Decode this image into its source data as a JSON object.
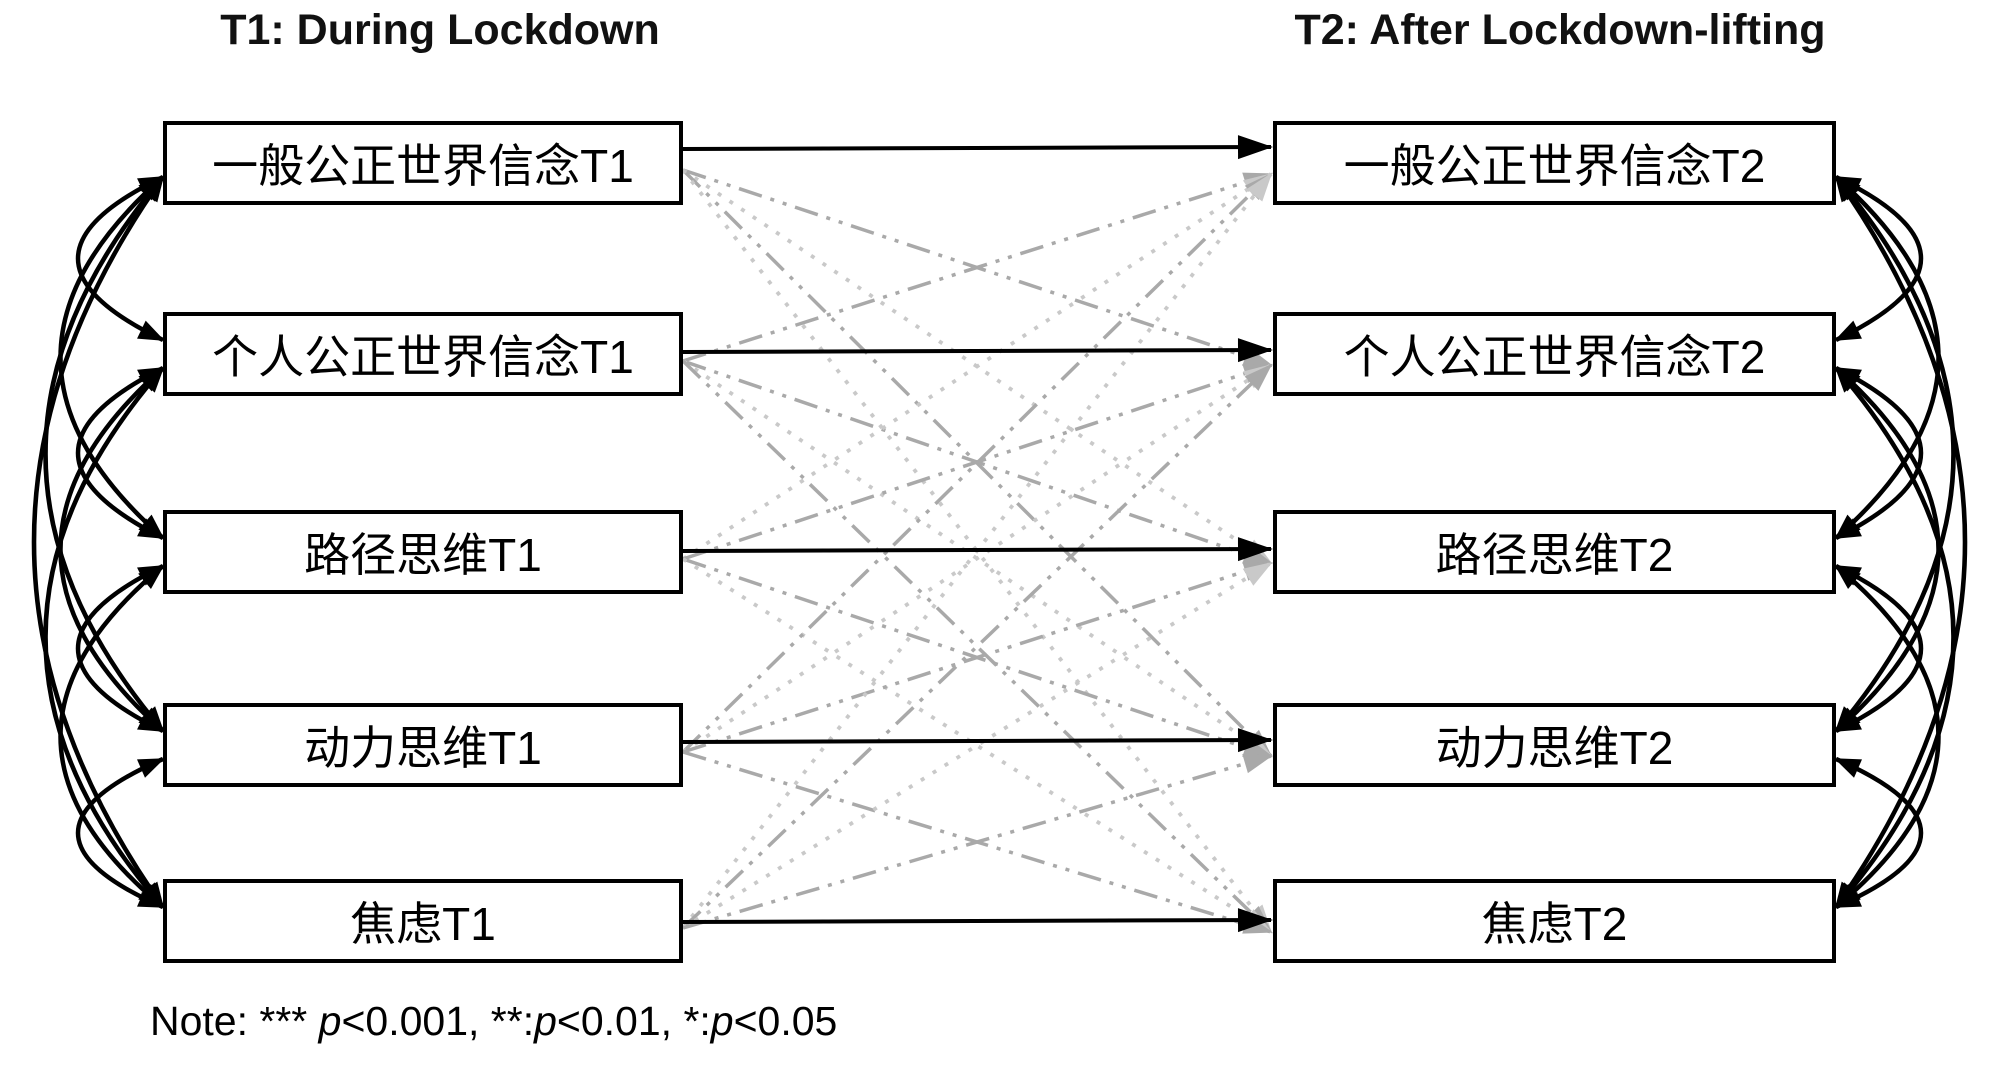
{
  "titles": {
    "t1": "T1: During Lockdown",
    "t2": "T2: After Lockdown-lifting"
  },
  "t1_boxes": [
    "一般公正世界信念T1",
    "个人公正世界信念T1",
    "路径思维T1",
    "动力思维T1",
    "焦虑T1"
  ],
  "t2_boxes": [
    "一般公正世界信念T2",
    "个人公正世界信念T2",
    "路径思维T2",
    "动力思维T2",
    "焦虑T2"
  ],
  "note": {
    "segments": [
      {
        "t": "Note: *** "
      },
      {
        "t": "p",
        "i": true
      },
      {
        "t": "<0.001, **:"
      },
      {
        "t": "p",
        "i": true
      },
      {
        "t": "<0.01, *:"
      },
      {
        "t": "p",
        "i": true
      },
      {
        "t": "<0.05"
      }
    ]
  },
  "colors": {
    "box_border": "#000000",
    "stability_path": "#000000",
    "correlation_arc": "#000000",
    "cross_lagged_dark": "#a9a9a9",
    "cross_lagged_light": "#c9c9c9"
  },
  "paths": {
    "stability": [
      [
        0,
        0
      ],
      [
        1,
        1
      ],
      [
        2,
        2
      ],
      [
        3,
        3
      ],
      [
        4,
        4
      ]
    ],
    "cross_lagged": [
      [
        0,
        1
      ],
      [
        0,
        2
      ],
      [
        0,
        3
      ],
      [
        0,
        4
      ],
      [
        1,
        0
      ],
      [
        1,
        2
      ],
      [
        1,
        3
      ],
      [
        1,
        4
      ],
      [
        2,
        0
      ],
      [
        2,
        1
      ],
      [
        2,
        3
      ],
      [
        2,
        4
      ],
      [
        3,
        0
      ],
      [
        3,
        1
      ],
      [
        3,
        2
      ],
      [
        3,
        4
      ],
      [
        4,
        0
      ],
      [
        4,
        1
      ],
      [
        4,
        2
      ],
      [
        4,
        3
      ]
    ],
    "t1_correlations": [
      [
        0,
        1
      ],
      [
        0,
        2
      ],
      [
        0,
        3
      ],
      [
        0,
        4
      ],
      [
        1,
        2
      ],
      [
        1,
        3
      ],
      [
        1,
        4
      ],
      [
        2,
        3
      ],
      [
        2,
        4
      ],
      [
        3,
        4
      ]
    ],
    "t2_correlations": [
      [
        0,
        1
      ],
      [
        0,
        2
      ],
      [
        0,
        3
      ],
      [
        0,
        4
      ],
      [
        1,
        2
      ],
      [
        1,
        3
      ],
      [
        1,
        4
      ],
      [
        2,
        3
      ],
      [
        2,
        4
      ],
      [
        3,
        4
      ]
    ]
  }
}
